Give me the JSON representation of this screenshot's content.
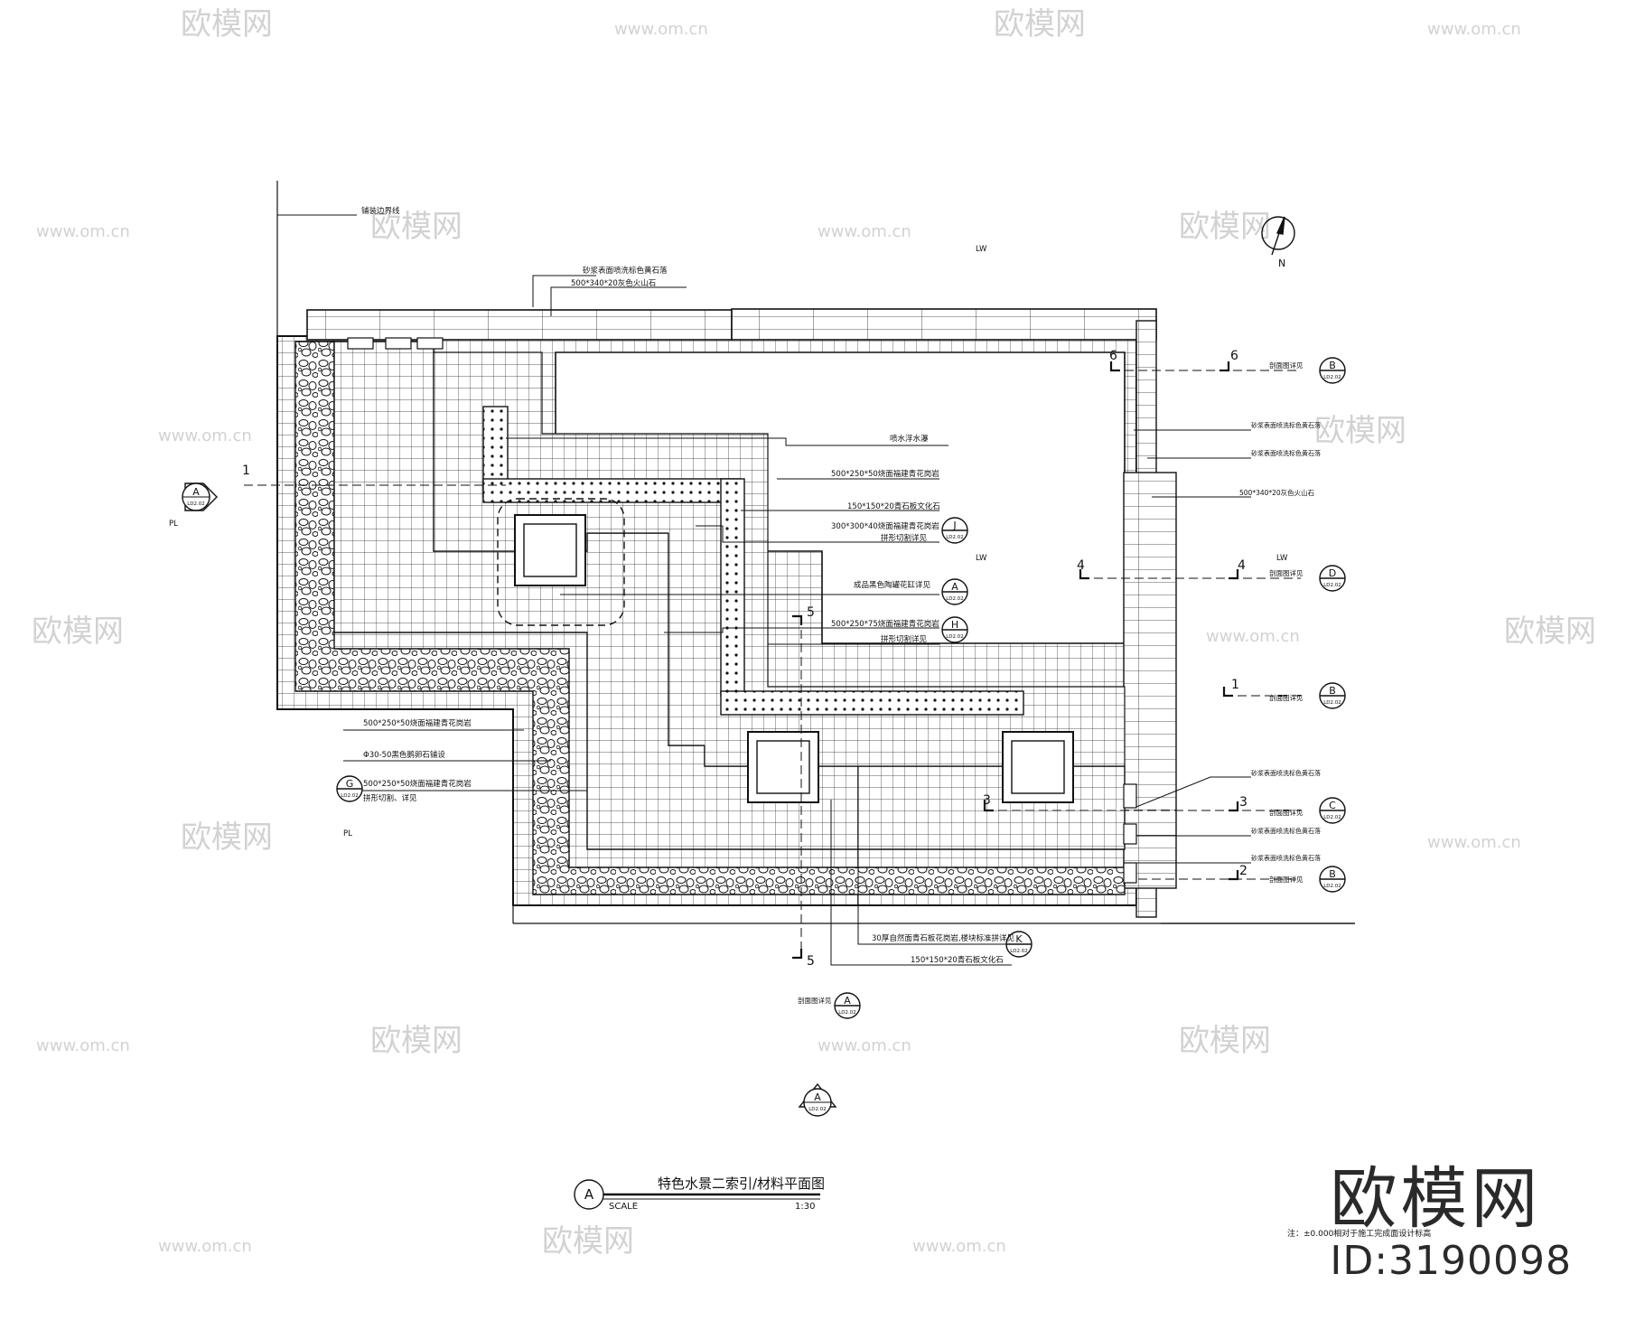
{
  "drawing": {
    "title": "特色水景二索引/材料平面图",
    "scale_label": "SCALE",
    "scale_value": "1:30",
    "title_symbol": "A",
    "note": "注：±0.000相对于施工完成面设计标高",
    "north_label": "N"
  },
  "labels": {
    "boundary": "铺装边界线",
    "top_stone_1": "砂浆表面喷洗标色黄石落",
    "top_stone_2": "500*340*20灰色火山石",
    "fountain": "喷水浮水瀑",
    "r1": "500*250*50烧面福建青花岗岩",
    "r2": "150*150*20青石板文化石",
    "r3": "300*300*40烧面福建青花岗岩",
    "r3b": "拼形切割详见",
    "r4": "成品黑色陶罐花缸详见",
    "r5": "500*250*75烧面福建青花岗岩",
    "r5b": "拼形切割详见",
    "l1": "500*250*50烧面福建青花岗岩",
    "l2": "Φ30-50黑色鹅卵石铺设",
    "l3": "500*250*50烧面福建青花岗岩",
    "l3b": "拼形切割、详见",
    "b1": "30厚自然面青石板花岗岩,楼块标准拼详见",
    "b2": "150*150*20青石板文化石",
    "right_a": "砂浆表面喷洗标色黄石落",
    "right_b": "砂浆表面喷洗标色黄石落",
    "right_c": "500*340*20灰色火山石",
    "right_d": "砂浆表面喷洗标色黄石落",
    "right_e": "砂浆表面喷洗标色黄石落",
    "right_f": "砂浆表面喷洗标色黄石落",
    "sec_detail": "剖面图详见",
    "lw1": "LW",
    "lw2": "LW",
    "lw3": "LW",
    "pl1": "PL",
    "pl2": "PL"
  },
  "sections": {
    "s6": "6",
    "s4": "4",
    "s1": "1",
    "s3": "3",
    "s2": "2",
    "s5": "5"
  },
  "callouts": {
    "B": "B",
    "D": "D",
    "C": "C",
    "A": "A",
    "J": "J",
    "H": "H",
    "G": "G",
    "K": "K",
    "sheet": "LD2.02"
  },
  "watermark": {
    "logo_text": "欧模网",
    "url_text": "www.om.cn",
    "brand": "欧模网",
    "id": "ID:3190098"
  }
}
